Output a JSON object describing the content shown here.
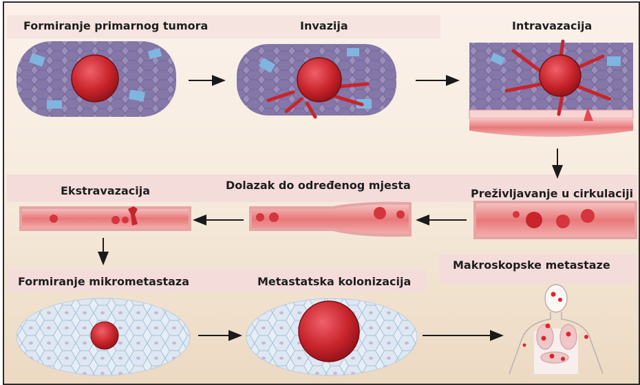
{
  "stages": {
    "primary_tumor": "Formiranje primarnog tumora",
    "invasion": "Invazija",
    "intravasation": "Intravazacija",
    "survival": "Preživljavanje u cirkulaciji",
    "arrest": "Dolazak do određenog mjesta",
    "extravasation": "Ekstravazacija",
    "micrometastasis": "Formiranje mikrometastaza",
    "colonization": "Metastatska kolonizacija",
    "macroscopic": "Makroskopske metastaze"
  },
  "colors": {
    "tumor": "#c8242b",
    "vessel": "#e8787a",
    "tissue": "#8a7fa8",
    "cells": "#cfe0ef",
    "arrow": "#1a1a1a"
  }
}
